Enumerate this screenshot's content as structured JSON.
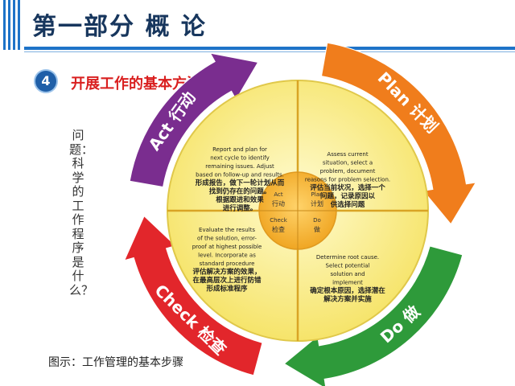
{
  "header": {
    "title": "第一部分  概  论"
  },
  "section": {
    "number": "4",
    "title": "开展工作的基本方法"
  },
  "side_question": "问题：科学的工作程序是什么？",
  "caption": "图示：工作管理的基本步骤",
  "cycle": {
    "arrows": [
      {
        "label": "Act",
        "cn": "行动",
        "color": "#7a2d8f"
      },
      {
        "label": "Plan",
        "cn": "计划",
        "color": "#f07d1c"
      },
      {
        "label": "Do",
        "cn": "做",
        "color": "#2e9a3a"
      },
      {
        "label": "Check",
        "cn": "检查",
        "color": "#e2262b"
      }
    ],
    "center": {
      "act_en": "Act",
      "act_cn": "行动",
      "plan_en": "Plan",
      "plan_cn": "计划",
      "check_en": "Check",
      "check_cn": "检查",
      "do_en": "Do",
      "do_cn": "做"
    },
    "quadrants": {
      "act": [
        "Report and plan for",
        "next cycle to identify",
        "remaining issues. Adjust",
        "based on follow-up and results.",
        "形成报告，做下一轮计划从而",
        "找到仍存在的问题。",
        "根据跟进和效果",
        "进行调整。"
      ],
      "plan": [
        "Assess current",
        "situation, select a",
        "problem, document",
        "reasons for  problem selection.",
        "评估当前状况，选择一个",
        "问题，记录原因以",
        "供选择问题"
      ],
      "check": [
        "Evaluate the results",
        "of the solution, error-",
        "proof at highest possible",
        "level. Incorporate as",
        "standard procedure",
        "评估解决方案的效果，",
        "在最高层次上进行防错",
        "形成标准程序"
      ],
      "do": [
        "Determine root cause.",
        "Select potential",
        "solution and",
        "implement",
        "确定根本原因，选择潜在",
        "解决方案并实施"
      ]
    }
  }
}
